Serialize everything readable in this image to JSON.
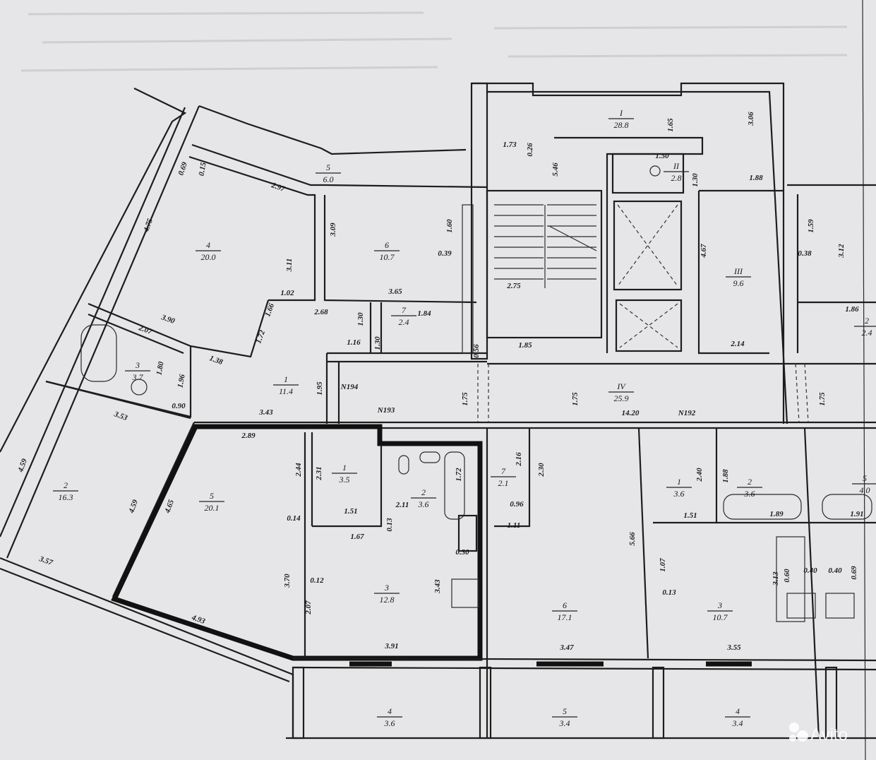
{
  "rooms": [
    {
      "num": "5",
      "area": "6.0"
    },
    {
      "num": "4",
      "area": "20.0"
    },
    {
      "num": "6",
      "area": "10.7"
    },
    {
      "num": "7",
      "area": "2.4"
    },
    {
      "num": "3",
      "area": "3.7"
    },
    {
      "num": "1",
      "area": "11.4"
    },
    {
      "num": "I",
      "area": "28.8"
    },
    {
      "num": "II",
      "area": "2.8"
    },
    {
      "num": "III",
      "area": "9.6"
    },
    {
      "num": "IV",
      "area": "25.9"
    },
    {
      "num": "2",
      "area": "2.4"
    },
    {
      "num": "2",
      "area": "16.3"
    },
    {
      "num": "5",
      "area": "20.1"
    },
    {
      "num": "1",
      "area": "3.5"
    },
    {
      "num": "2",
      "area": "3.6"
    },
    {
      "num": "7",
      "area": "2.1"
    },
    {
      "num": "3",
      "area": "12.8"
    },
    {
      "num": "6",
      "area": "17.1"
    },
    {
      "num": "1",
      "area": "3.6"
    },
    {
      "num": "2",
      "area": "3.6"
    },
    {
      "num": "5",
      "area": "4.0"
    },
    {
      "num": "3",
      "area": "10.7"
    },
    {
      "num": "4",
      "area": "3.6"
    },
    {
      "num": "5",
      "area": "3.4"
    },
    {
      "num": "4",
      "area": "3.4"
    }
  ],
  "dims": [
    "0.69",
    "0.15",
    "2.97",
    "4.75",
    "3.09",
    "3.11",
    "1.02",
    "3.65",
    "1.60",
    "0.39",
    "1.84",
    "1.30",
    "1.30",
    "2.68",
    "1.66",
    "1.72",
    "3.90",
    "2.07",
    "1.38",
    "1.80",
    "1.96",
    "1.16",
    "1.95",
    "0.90",
    "3.43",
    "3.53",
    "1.73",
    "0.26",
    "5.46",
    "1.50",
    "1.30",
    "1.65",
    "3.06",
    "1.88",
    "4.67",
    "2.75",
    "0.56",
    "1.85",
    "2.14",
    "1.75",
    "1.75",
    "1.75",
    "14.20",
    "1.59",
    "0.38",
    "3.12",
    "1.86",
    "2.89",
    "2.44",
    "2.31",
    "1.72",
    "1.51",
    "2.11",
    "0.14",
    "0.13",
    "1.67",
    "0.30",
    "4.59",
    "4.59",
    "4.65",
    "3.57",
    "3.70",
    "0.12",
    "3.43",
    "2.07",
    "4.93",
    "3.91",
    "2.16",
    "2.30",
    "0.96",
    "1.11",
    "5.66",
    "1.07",
    "0.13",
    "2.40",
    "1.88",
    "1.51",
    "1.89",
    "1.91",
    "3.13",
    "0.60",
    "0.40",
    "0.40",
    "0.69",
    "3.47",
    "3.55"
  ],
  "markers": [
    "N194",
    "N193",
    "N192"
  ],
  "watermark": "Avito"
}
